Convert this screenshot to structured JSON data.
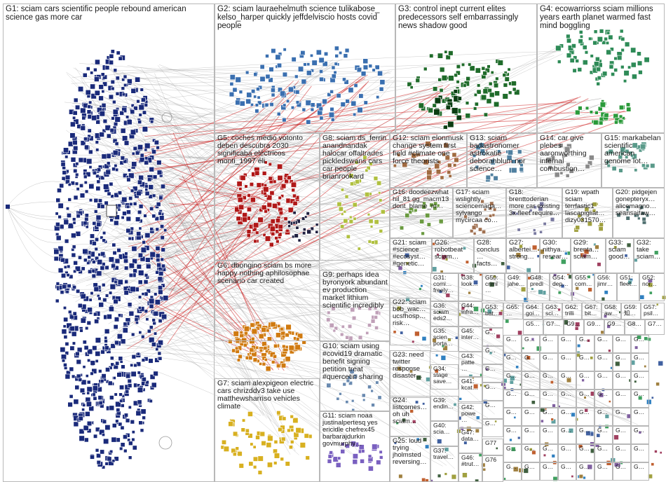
{
  "groups": [
    {
      "id": "G1",
      "text": "G1: sciam cars scientific people rebound american science gas more car"
    },
    {
      "id": "G2",
      "text": "G2: sciam lauraehelmuth science tulikabose_ kelso_harper quickly jeffdelviscio hosts covid people"
    },
    {
      "id": "G3",
      "text": "G3: control inept current elites predecessors self embarrassingly news shadow good"
    },
    {
      "id": "G4",
      "text": "G4: ecowarriorss sciam millions years earth planet warmed fast mind boggling"
    },
    {
      "id": "G5",
      "text": "G5: coches medio votonto deben descubra 2030 significaba eléctricos monti_1997 éli"
    },
    {
      "id": "G8",
      "text": "G8: sciam ds_ferrin anandnandak halocar offaltrades pickledswans cars car people brianrookard"
    },
    {
      "id": "G12",
      "text": "G12: sciam elonmusk change system first field #climate one force theorists"
    },
    {
      "id": "G13",
      "text": "G13: sciam badastronomer astrokatie deborahblum npr science…"
    },
    {
      "id": "G14",
      "text": "G14: car give plebes aaronworthing internal combustion…"
    },
    {
      "id": "G15",
      "text": "G15: markabelan scientific american genome lot…"
    },
    {
      "id": "G16",
      "text": "G16: doodeezwhat hil_81 gg_macm13 dont_blame_m…"
    },
    {
      "id": "G17",
      "text": "G17: sciam wslightly sciencemaga… sylvango mycircaa co…"
    },
    {
      "id": "G18",
      "text": "G18: brenttoderian more car existing 3x fleet require…"
    },
    {
      "id": "G19",
      "text": "G19: wpath sciam terrfastic1 lascapigliat… dizy031570…"
    },
    {
      "id": "G20",
      "text": "G20: pidgejen gonepteryx… alicemagno… seansaifaw…"
    },
    {
      "id": "G6",
      "text": "G6: dbongino sciam bs more happy nothing aphilosophae scenario car created"
    },
    {
      "id": "G9",
      "text": "G9: perhaps idea byronyork abundant ev production market lithium scientific incredibly"
    },
    {
      "id": "G21",
      "text": "G21: sciam #science #ecosyst… #genetic…"
    },
    {
      "id": "G26",
      "text": "G26: robotbeat sciam…"
    },
    {
      "id": "G28",
      "text": "G28: conclus… facts…"
    },
    {
      "id": "G27",
      "text": "G27: albertei… strong…"
    },
    {
      "id": "G30",
      "text": "G30: nithya… resear…"
    },
    {
      "id": "G29",
      "text": "G29: brenta… sciam…"
    },
    {
      "id": "G33",
      "text": "G33: sciam good…"
    },
    {
      "id": "G32",
      "text": "G32: take sciam…"
    },
    {
      "id": "G31",
      "text": "G31: comi… freely…"
    },
    {
      "id": "G38",
      "text": "G38: look…"
    },
    {
      "id": "G50",
      "text": "G50: criml…"
    },
    {
      "id": "G49",
      "text": "G49: jahe…"
    },
    {
      "id": "G48",
      "text": "G48: predi…"
    },
    {
      "id": "G54",
      "text": "G54: dep…"
    },
    {
      "id": "G55",
      "text": "G55: com…"
    },
    {
      "id": "G56",
      "text": "G56: jimr…"
    },
    {
      "id": "G51",
      "text": "G51: fleet…"
    },
    {
      "id": "G52",
      "text": "G52: nor…"
    },
    {
      "id": "G22",
      "text": "G22: sciam bob_wac… ucsfhosp… risk…"
    },
    {
      "id": "G36",
      "text": "G36: sciam eds2…"
    },
    {
      "id": "G44",
      "text": "G44: infra…"
    },
    {
      "id": "G53",
      "text": "G53: bat…"
    },
    {
      "id": "G65",
      "text": "G65: …"
    },
    {
      "id": "G64",
      "text": "G64: goi…"
    },
    {
      "id": "G63",
      "text": "G63: sci…"
    },
    {
      "id": "G62",
      "text": "G62: trilli…"
    },
    {
      "id": "G67",
      "text": "G67: bit…"
    },
    {
      "id": "G58",
      "text": "G58: aw…"
    },
    {
      "id": "G59",
      "text": "G59: 知…"
    },
    {
      "id": "G57",
      "text": "G57: psil…"
    },
    {
      "id": "G10",
      "text": "G10: sciam using #covid19 dramatic benefit signing petition treat #quercetin sharing"
    },
    {
      "id": "G23",
      "text": "G23: need twitter response disaster…"
    },
    {
      "id": "G35",
      "text": "G35: scien… porta…"
    },
    {
      "id": "G45",
      "text": "G45: inter…"
    },
    {
      "id": "G43",
      "text": "G43: patte…"
    },
    {
      "id": "G34",
      "text": "G34: stage save…"
    },
    {
      "id": "G41",
      "text": "G41: kcat…"
    },
    {
      "id": "G7",
      "text": "G7: sciam alexpigeon electric cars chrizddv3 take use matthewsharriso vehicles climate"
    },
    {
      "id": "G11",
      "text": "G11: sciam noaa justinalpertesq yes ericidle chefrex45 barbarajdurkin govmurphy…"
    },
    {
      "id": "G24",
      "text": "G24: listcomes… oh uh sciam…"
    },
    {
      "id": "G39",
      "text": "G39: endin…"
    },
    {
      "id": "G42",
      "text": "G42: powe…"
    },
    {
      "id": "G40",
      "text": "G40: scia…"
    },
    {
      "id": "G47",
      "text": "G47: data…"
    },
    {
      "id": "G25",
      "text": "G25: loud trying jholmsted reversing…"
    },
    {
      "id": "G37",
      "text": "G37: travel…"
    },
    {
      "id": "G46",
      "text": "G46: #trut…"
    },
    {
      "id": "G77",
      "text": "G77"
    },
    {
      "id": "G76",
      "text": "G76"
    }
  ],
  "tiny_cells": {
    "row1": [
      "G5…",
      "G7…",
      "G9…",
      "G9…",
      "G9…",
      "G8…",
      "G7…"
    ],
    "row2": [
      "G…",
      "G…",
      "G…",
      "G…",
      "G…",
      "G…",
      "G…",
      "G…",
      "G…"
    ]
  },
  "colors": {
    "G1": "#1a2a7a",
    "G2": "#3a6fb0",
    "G3": "#1f6b2a",
    "G4": "#2e8b57",
    "G5": "#9a9ab0",
    "G6": "#d07a10",
    "G7": "#d8b020",
    "G8": "#b0c040",
    "G9": "#c0a0b8",
    "G10": "#6a8ab0",
    "G11": "#7a60c0",
    "G12": "#a06a40",
    "G13": "#5080a0",
    "G14": "#8a8a8a",
    "G15": "#5a9a8a",
    "red": "#cc1d1d",
    "edge": "#8c8c8c",
    "border": "#b8b8b8"
  }
}
